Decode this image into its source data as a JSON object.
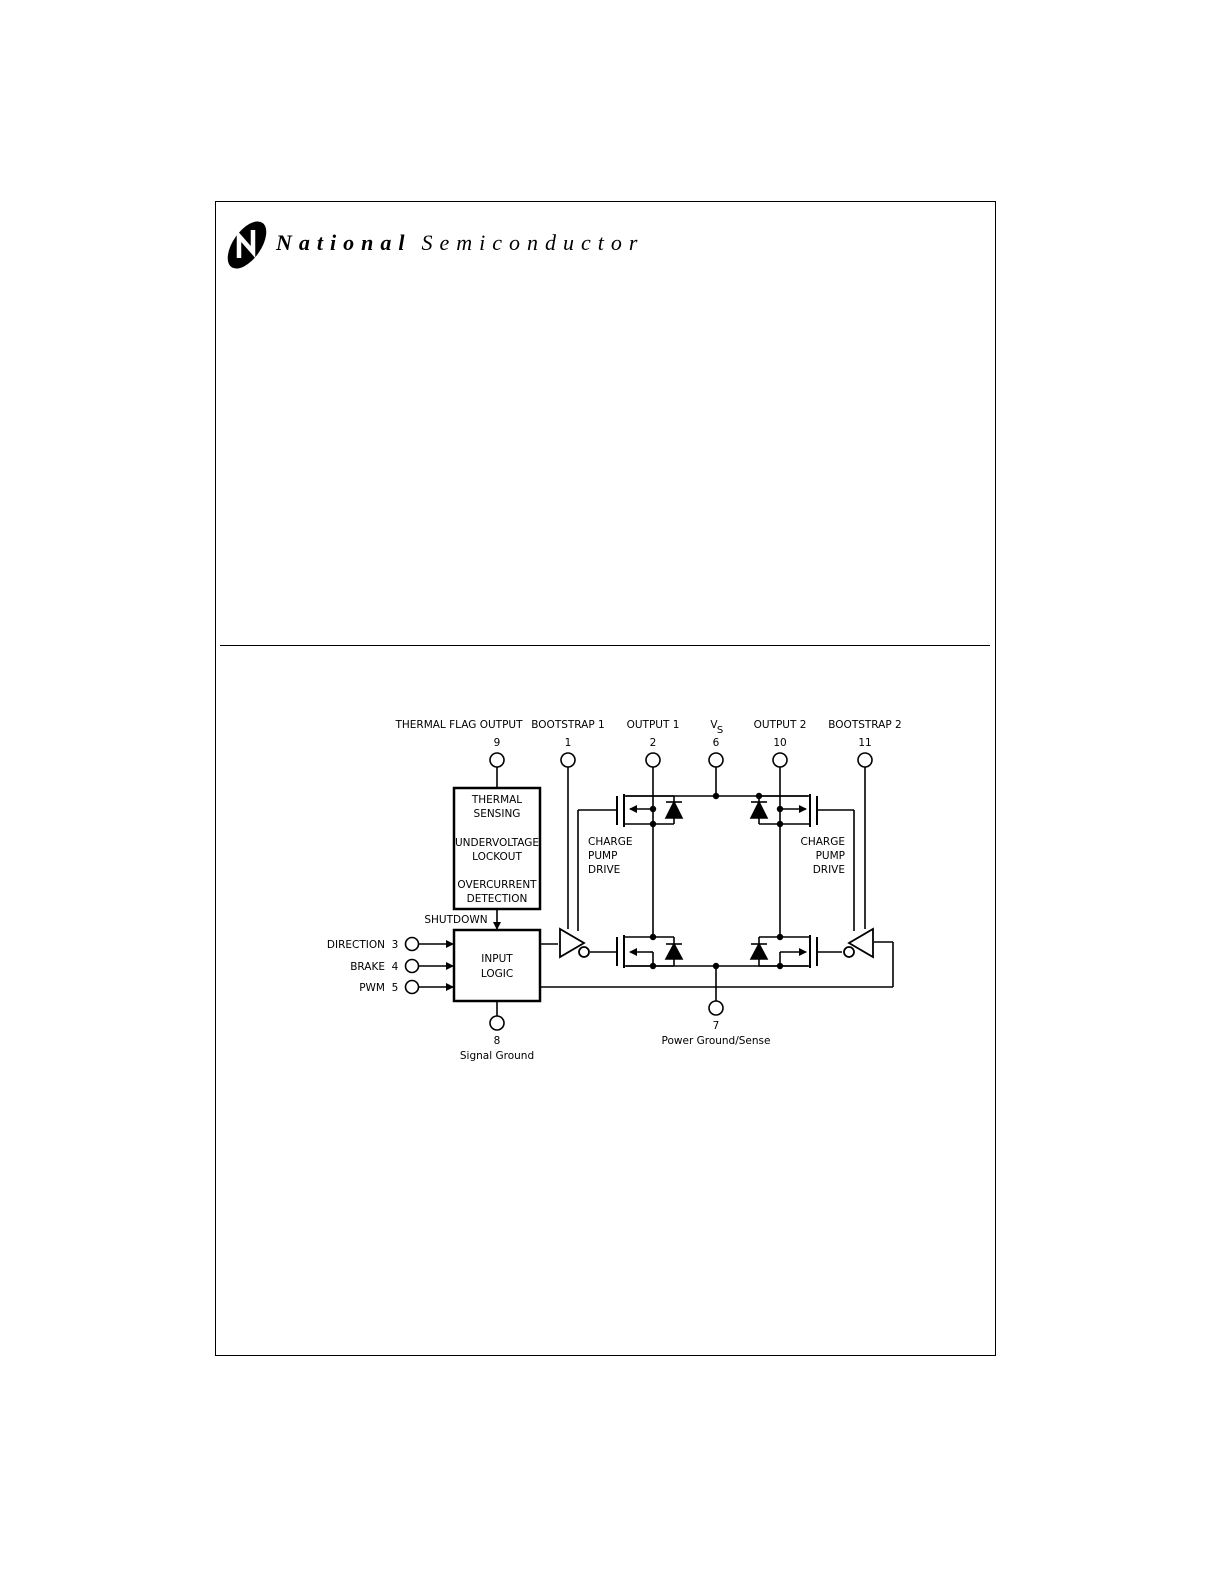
{
  "header": {
    "brand_bold": "National",
    "brand_light": "Semiconductor",
    "logo_icon": "national-semiconductor-logo-icon"
  },
  "diagram": {
    "pins": {
      "thermal_flag": {
        "label": "THERMAL FLAG OUTPUT",
        "number": "9"
      },
      "bootstrap1": {
        "label": "BOOTSTRAP 1",
        "number": "1"
      },
      "output1": {
        "label": "OUTPUT 1",
        "number": "2"
      },
      "vs": {
        "label": "V",
        "subscript": "S",
        "number": "6"
      },
      "output2": {
        "label": "OUTPUT 2",
        "number": "10"
      },
      "bootstrap2": {
        "label": "BOOTSTRAP 2",
        "number": "11"
      },
      "direction": {
        "label": "DIRECTION",
        "number": "3"
      },
      "brake": {
        "label": "BRAKE",
        "number": "4"
      },
      "pwm": {
        "label": "PWM",
        "number": "5"
      },
      "signal_ground": {
        "label": "Signal Ground",
        "number": "8"
      },
      "power_ground": {
        "label": "Power Ground/Sense",
        "number": "7"
      }
    },
    "protection_block": {
      "line1": "THERMAL",
      "line2": "SENSING",
      "line3": "UNDERVOLTAGE",
      "line4": "LOCKOUT",
      "line5": "OVERCURRENT",
      "line6": "DETECTION"
    },
    "shutdown_label": "SHUTDOWN",
    "input_logic": {
      "line1": "INPUT",
      "line2": "LOGIC"
    },
    "charge_pump_left": {
      "line1": "CHARGE",
      "line2": "PUMP",
      "line3": "DRIVE"
    },
    "charge_pump_right": {
      "line1": "CHARGE",
      "line2": "PUMP",
      "line3": "DRIVE"
    }
  }
}
